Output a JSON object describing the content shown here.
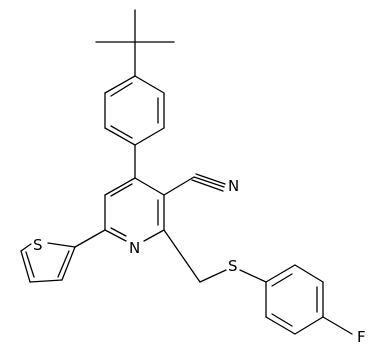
{
  "structure": {
    "atom_labels": {
      "cyano_n": "N",
      "pyridine_n": "N",
      "thioether_s": "S",
      "thiophene_s": "S",
      "fluoro": "F"
    }
  }
}
